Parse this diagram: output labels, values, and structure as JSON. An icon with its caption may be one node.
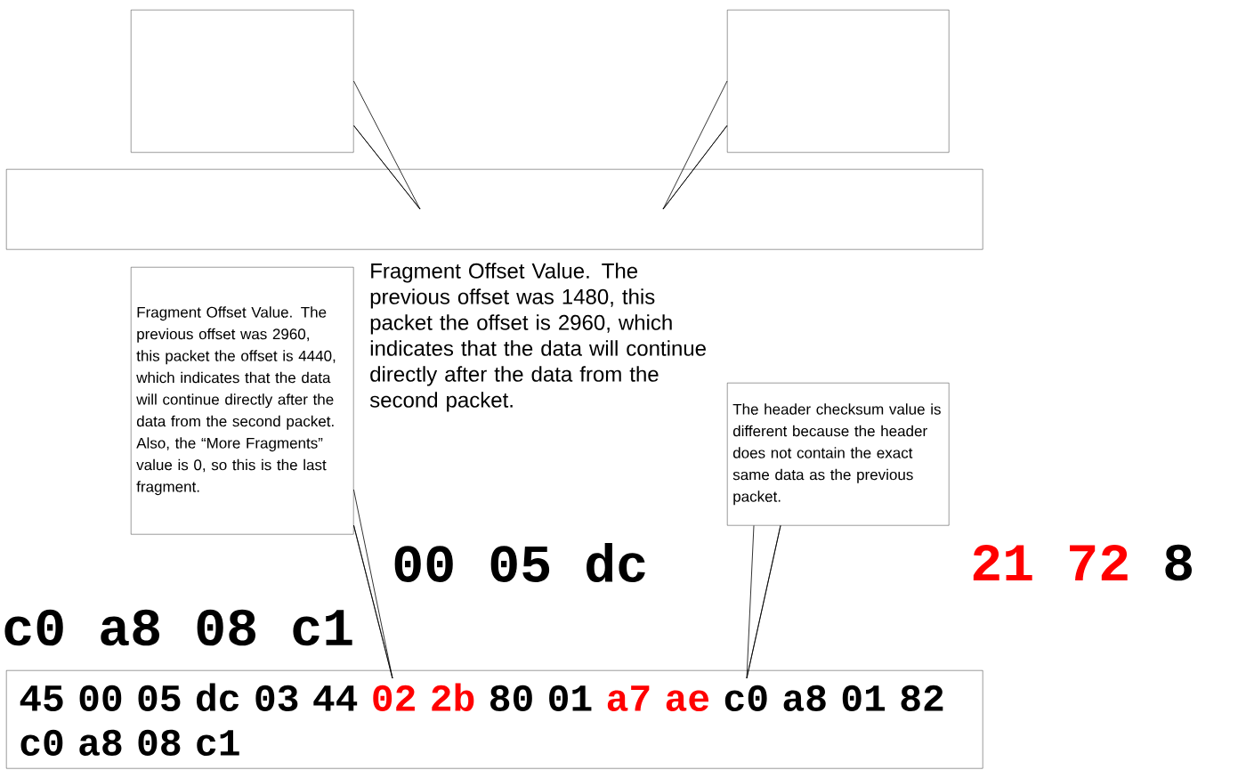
{
  "diagram": {
    "nodes": [
      {
        "text": [],
        "shape": "box"
      },
      {
        "text": [],
        "shape": "box"
      },
      {
        "text": [],
        "shape": "box"
      },
      {
        "text": [
          "Fragment Offset Value. The previous offset was 2960, this packet the offset is 4440, which indicates that the data will continue directly after the data from the second packet. Also, the “More Fragments” value is 0, so this is the last fragment."
        ]
      },
      {
        "text": [
          "The header checksum value is different because the header does not contain the exact same data as the previous packet."
        ]
      },
      {
        "text": [
          "45 00 05 dc 03 44",
          "02 2b",
          "80 01",
          "a7 ae",
          "c0 a8 01 82 c0 a8 08 c1"
        ]
      }
    ],
    "edges": [
      {
        "from": 0,
        "to": 2,
        "arrow": "none"
      },
      {
        "from": 1,
        "to": 2,
        "arrow": "none"
      },
      {
        "from": 3,
        "to": 5,
        "arrow": "none"
      },
      {
        "from": 4,
        "to": 5,
        "arrow": "none"
      }
    ],
    "labels": [
      "Fragment Offset Value. The previous offset was 1480, this packet the offset is 2960, which indicates that the data will continue directly after the data from the second packet.",
      "00 05 dc",
      "21 72",
      "8",
      "c0 a8 08 c1"
    ]
  }
}
